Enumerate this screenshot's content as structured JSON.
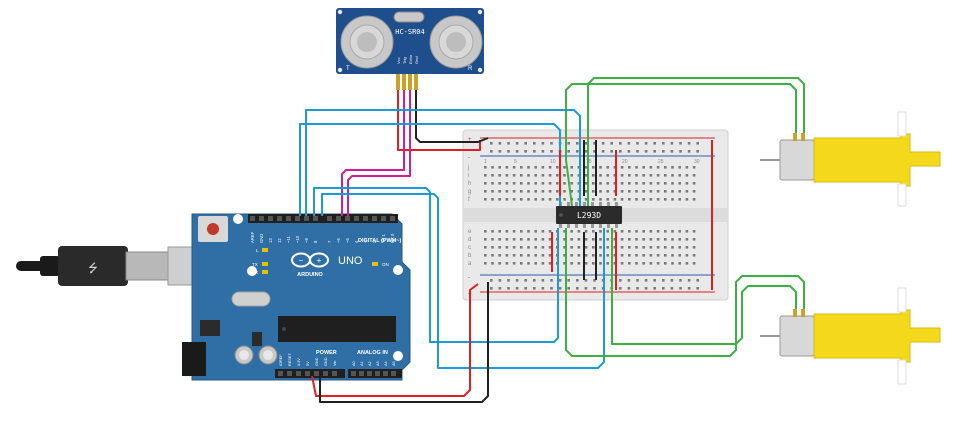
{
  "sensor": {
    "label": "HC-SR04",
    "pins": [
      "Vcc",
      "Trig",
      "Echo",
      "Gnd"
    ],
    "corner_left": "T",
    "corner_right": "R"
  },
  "arduino": {
    "brand": "ARDUINO",
    "model": "UNO",
    "digital_label": "DIGITAL (PWM~)",
    "power_label": "POWER",
    "analog_label": "ANALOG IN",
    "led_l": "L",
    "led_tx": "TX",
    "led_rx": "RX",
    "on_label": "ON",
    "digital_pins": [
      "AREF",
      "GND",
      "13",
      "12",
      "~11",
      "~10",
      "~9",
      "8",
      "7",
      "~6",
      "~5",
      "4",
      "~3",
      "2",
      "TX 1",
      "RX 0"
    ],
    "power_pins": [
      "IOREF",
      "RESET",
      "3.3V",
      "5V",
      "GND",
      "GND",
      "Vin"
    ],
    "analog_pins": [
      "A0",
      "A1",
      "A2",
      "A3",
      "A4",
      "A5"
    ]
  },
  "ic": {
    "label": "L293D"
  },
  "breadboard": {
    "rows_top": [
      "j",
      "i",
      "h",
      "g",
      "f"
    ],
    "rows_bottom": [
      "e",
      "d",
      "c",
      "b",
      "a"
    ],
    "columns": [
      "1",
      "5",
      "10",
      "15",
      "20",
      "25",
      "30"
    ],
    "plus": "+",
    "minus": "-"
  },
  "colors": {
    "board": "#2f6fa6",
    "wire_red": "#e02020",
    "wire_black": "#202020",
    "wire_blue": "#1e9ad6",
    "wire_green": "#3cb043",
    "wire_magenta": "#d02090",
    "motor_yellow": "#f4d81c"
  }
}
